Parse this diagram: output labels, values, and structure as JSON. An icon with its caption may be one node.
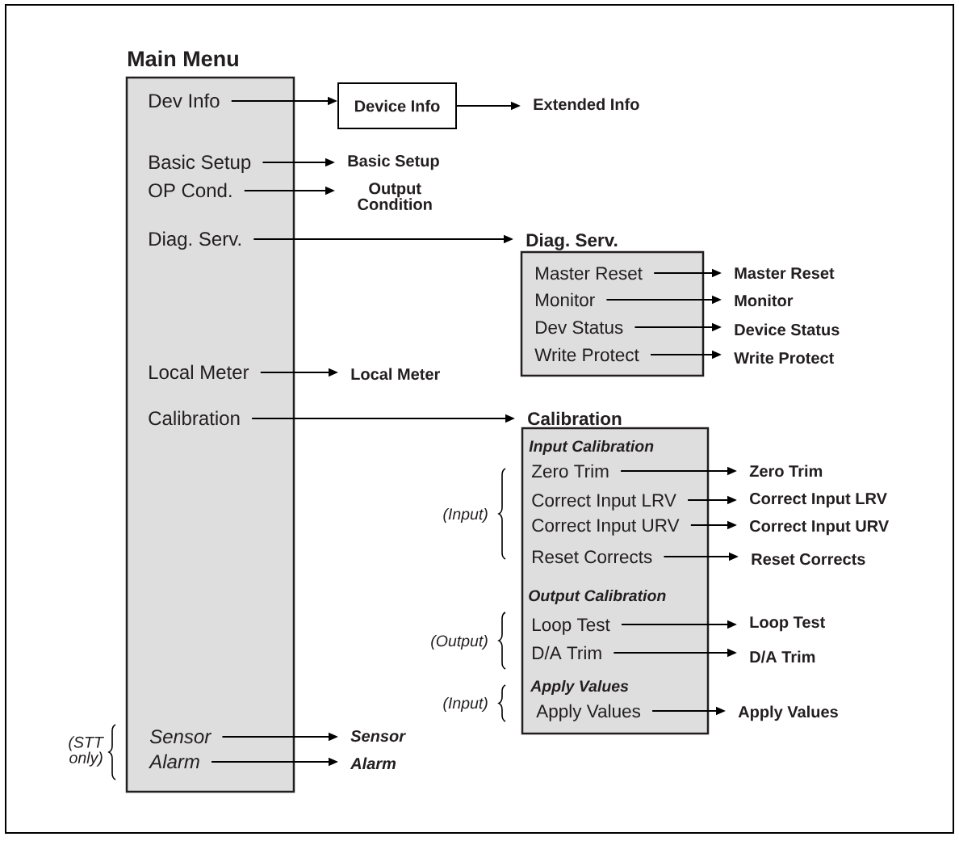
{
  "diagram": {
    "nodes": [
      {
        "text": [
          "Main Menu"
        ]
      },
      {
        "text": [
          "Dev Info"
        ],
        "in": 0
      },
      {
        "text": [
          "Device Info"
        ]
      },
      {
        "text": [
          "Extended Info"
        ]
      },
      {
        "text": [
          "Basic Setup"
        ],
        "in": 0
      },
      {
        "text": [
          "Basic Setup"
        ]
      },
      {
        "text": [
          "OP Cond."
        ],
        "in": 0
      },
      {
        "text": [
          "Output Condition"
        ]
      },
      {
        "text": [
          "Diag. Serv."
        ],
        "in": 0
      },
      {
        "text": [
          "Diag. Serv."
        ]
      },
      {
        "text": [
          "Master Reset"
        ],
        "in": 9
      },
      {
        "text": [
          "Master Reset"
        ]
      },
      {
        "text": [
          "Monitor"
        ],
        "in": 9
      },
      {
        "text": [
          "Monitor"
        ]
      },
      {
        "text": [
          "Dev Status"
        ],
        "in": 9
      },
      {
        "text": [
          "Device Status"
        ]
      },
      {
        "text": [
          "Write Protect"
        ],
        "in": 9
      },
      {
        "text": [
          "Write Protect"
        ]
      },
      {
        "text": [
          "Local Meter"
        ],
        "in": 0
      },
      {
        "text": [
          "Local Meter"
        ]
      },
      {
        "text": [
          "Calibration"
        ],
        "in": 0
      },
      {
        "text": [
          "Calibration",
          "Input Calibration",
          "Output Calibration",
          "Apply Values"
        ]
      },
      {
        "text": [
          "Zero Trim"
        ],
        "in": 21
      },
      {
        "text": [
          "Zero Trim"
        ]
      },
      {
        "text": [
          "Correct Input LRV"
        ],
        "in": 21
      },
      {
        "text": [
          "Correct Input LRV"
        ]
      },
      {
        "text": [
          "Correct Input URV"
        ],
        "in": 21
      },
      {
        "text": [
          "Correct Input URV"
        ]
      },
      {
        "text": [
          "Reset Corrects"
        ],
        "in": 21
      },
      {
        "text": [
          "Reset Corrects"
        ]
      },
      {
        "text": [
          "Loop Test"
        ],
        "in": 21
      },
      {
        "text": [
          "Loop Test"
        ]
      },
      {
        "text": [
          "D/A Trim"
        ],
        "in": 21
      },
      {
        "text": [
          "D/A Trim"
        ]
      },
      {
        "text": [
          "Apply Values"
        ],
        "in": 21
      },
      {
        "text": [
          "Apply Values"
        ]
      },
      {
        "text": [
          "Sensor"
        ],
        "in": 0
      },
      {
        "text": [
          "Sensor"
        ]
      },
      {
        "text": [
          "Alarm"
        ],
        "in": 0
      },
      {
        "text": [
          "Alarm"
        ]
      }
    ],
    "edges": [
      {
        "from": 1,
        "to": 2,
        "arrow": "to"
      },
      {
        "from": 2,
        "to": 3,
        "arrow": "to"
      },
      {
        "from": 4,
        "to": 5,
        "arrow": "to"
      },
      {
        "from": 6,
        "to": 7,
        "arrow": "to"
      },
      {
        "from": 8,
        "to": 9,
        "arrow": "to"
      },
      {
        "from": 10,
        "to": 11,
        "arrow": "to"
      },
      {
        "from": 12,
        "to": 13,
        "arrow": "to"
      },
      {
        "from": 14,
        "to": 15,
        "arrow": "to"
      },
      {
        "from": 16,
        "to": 17,
        "arrow": "to"
      },
      {
        "from": 18,
        "to": 19,
        "arrow": "to"
      },
      {
        "from": 20,
        "to": 21,
        "arrow": "to"
      },
      {
        "from": 22,
        "to": 23,
        "arrow": "to"
      },
      {
        "from": 24,
        "to": 25,
        "arrow": "to"
      },
      {
        "from": 26,
        "to": 27,
        "arrow": "to"
      },
      {
        "from": 28,
        "to": 29,
        "arrow": "to"
      },
      {
        "from": 30,
        "to": 31,
        "arrow": "to"
      },
      {
        "from": 32,
        "to": 33,
        "arrow": "to"
      },
      {
        "from": 34,
        "to": 35,
        "arrow": "to"
      },
      {
        "from": 36,
        "to": 37,
        "arrow": "to"
      },
      {
        "from": 38,
        "to": 39,
        "arrow": "to"
      }
    ],
    "labels": [
      "(Input)",
      "(Output)",
      "(Input)",
      "(STT only)"
    ]
  }
}
